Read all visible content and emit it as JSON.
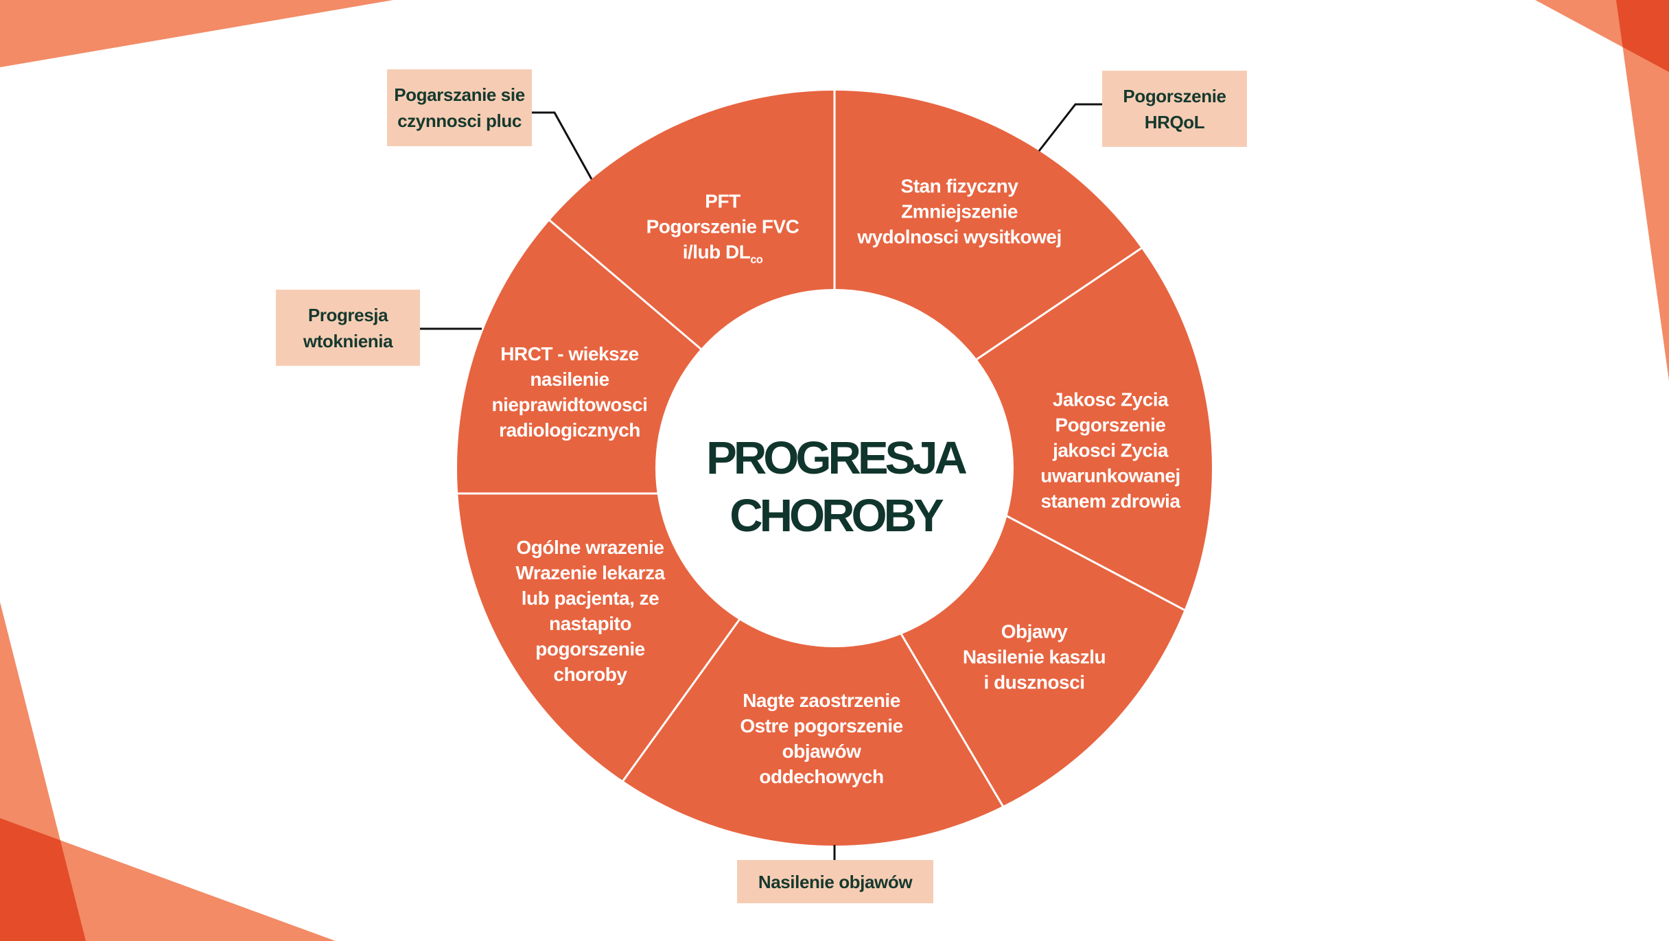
{
  "colors": {
    "donut": "#E76440",
    "corner_shape": "#F28B66",
    "divider": "#FFFFFF",
    "inner_circle": "#FFFFFF",
    "callout_bg": "#F6CDB4",
    "callout_text": "#16392E",
    "title_text": "#10352C",
    "segment_text": "#FFFFFF",
    "connector": "#111111"
  },
  "center": {
    "line1": "PROGRESJA",
    "line2": "CHOROBY"
  },
  "segments": [
    {
      "id": "pft",
      "lines": [
        {
          "text": "PFT"
        },
        {
          "text": "Pogorszenie FVC"
        },
        {
          "text": "i/lub DL",
          "sub": "co"
        }
      ]
    },
    {
      "id": "physical-state",
      "lines": [
        {
          "text": "Stan fizyczny"
        },
        {
          "text": "Zmniejszenie"
        },
        {
          "text": "wydolnosci wysitkowej"
        }
      ]
    },
    {
      "id": "quality-of-life",
      "lines": [
        {
          "text": "Jakosc Zycia"
        },
        {
          "text": "Pogorszenie"
        },
        {
          "text": "jakosci Zycia"
        },
        {
          "text": "uwarunkowanej"
        },
        {
          "text": "stanem zdrowia"
        }
      ]
    },
    {
      "id": "symptoms",
      "lines": [
        {
          "text": "Objawy"
        },
        {
          "text": "Nasilenie kaszlu"
        },
        {
          "text": "i dusznosci"
        }
      ]
    },
    {
      "id": "exacerbation",
      "lines": [
        {
          "text": "Nagte zaostrzenie"
        },
        {
          "text": "Ostre pogorszenie"
        },
        {
          "text": "objawów"
        },
        {
          "text": "oddechowych"
        }
      ]
    },
    {
      "id": "overall-impression",
      "lines": [
        {
          "text": "Ogólne wrazenie"
        },
        {
          "text": "Wrazenie lekarza"
        },
        {
          "text": "lub pacjenta, ze"
        },
        {
          "text": "nastapito"
        },
        {
          "text": "pogorszenie"
        },
        {
          "text": "choroby"
        }
      ]
    },
    {
      "id": "hrct",
      "lines": [
        {
          "text": "HRCT - wieksze"
        },
        {
          "text": "nasilenie"
        },
        {
          "text": "nieprawidtowosci"
        },
        {
          "text": "radiologicznych"
        }
      ]
    }
  ],
  "callouts": [
    {
      "id": "lung-function",
      "lines": [
        {
          "text": "Pogarszanie sie"
        },
        {
          "text": "czynnosci pluc"
        }
      ]
    },
    {
      "id": "fibrosis",
      "lines": [
        {
          "text": "Progresja"
        },
        {
          "text": "wtoknienia"
        }
      ]
    },
    {
      "id": "hrqol",
      "lines": [
        {
          "text": "Pogorszenie"
        },
        {
          "text": "HRQoL"
        }
      ]
    },
    {
      "id": "symptom-increase",
      "lines": [
        {
          "text": "Nasilenie objawów"
        }
      ]
    }
  ]
}
